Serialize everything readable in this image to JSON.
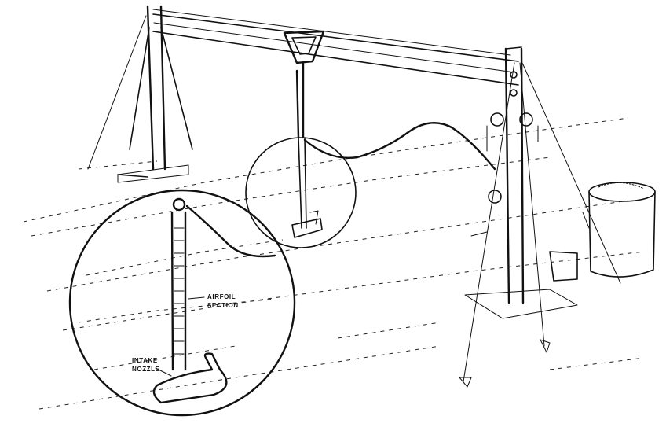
{
  "diagram": {
    "labels": {
      "airfoil": "AIRFOIL",
      "section": "SECTION",
      "intake": "INTAKE",
      "nozzle": "NOZZLE"
    },
    "colors": {
      "ink": "#111111",
      "paper": "#ffffff"
    }
  }
}
